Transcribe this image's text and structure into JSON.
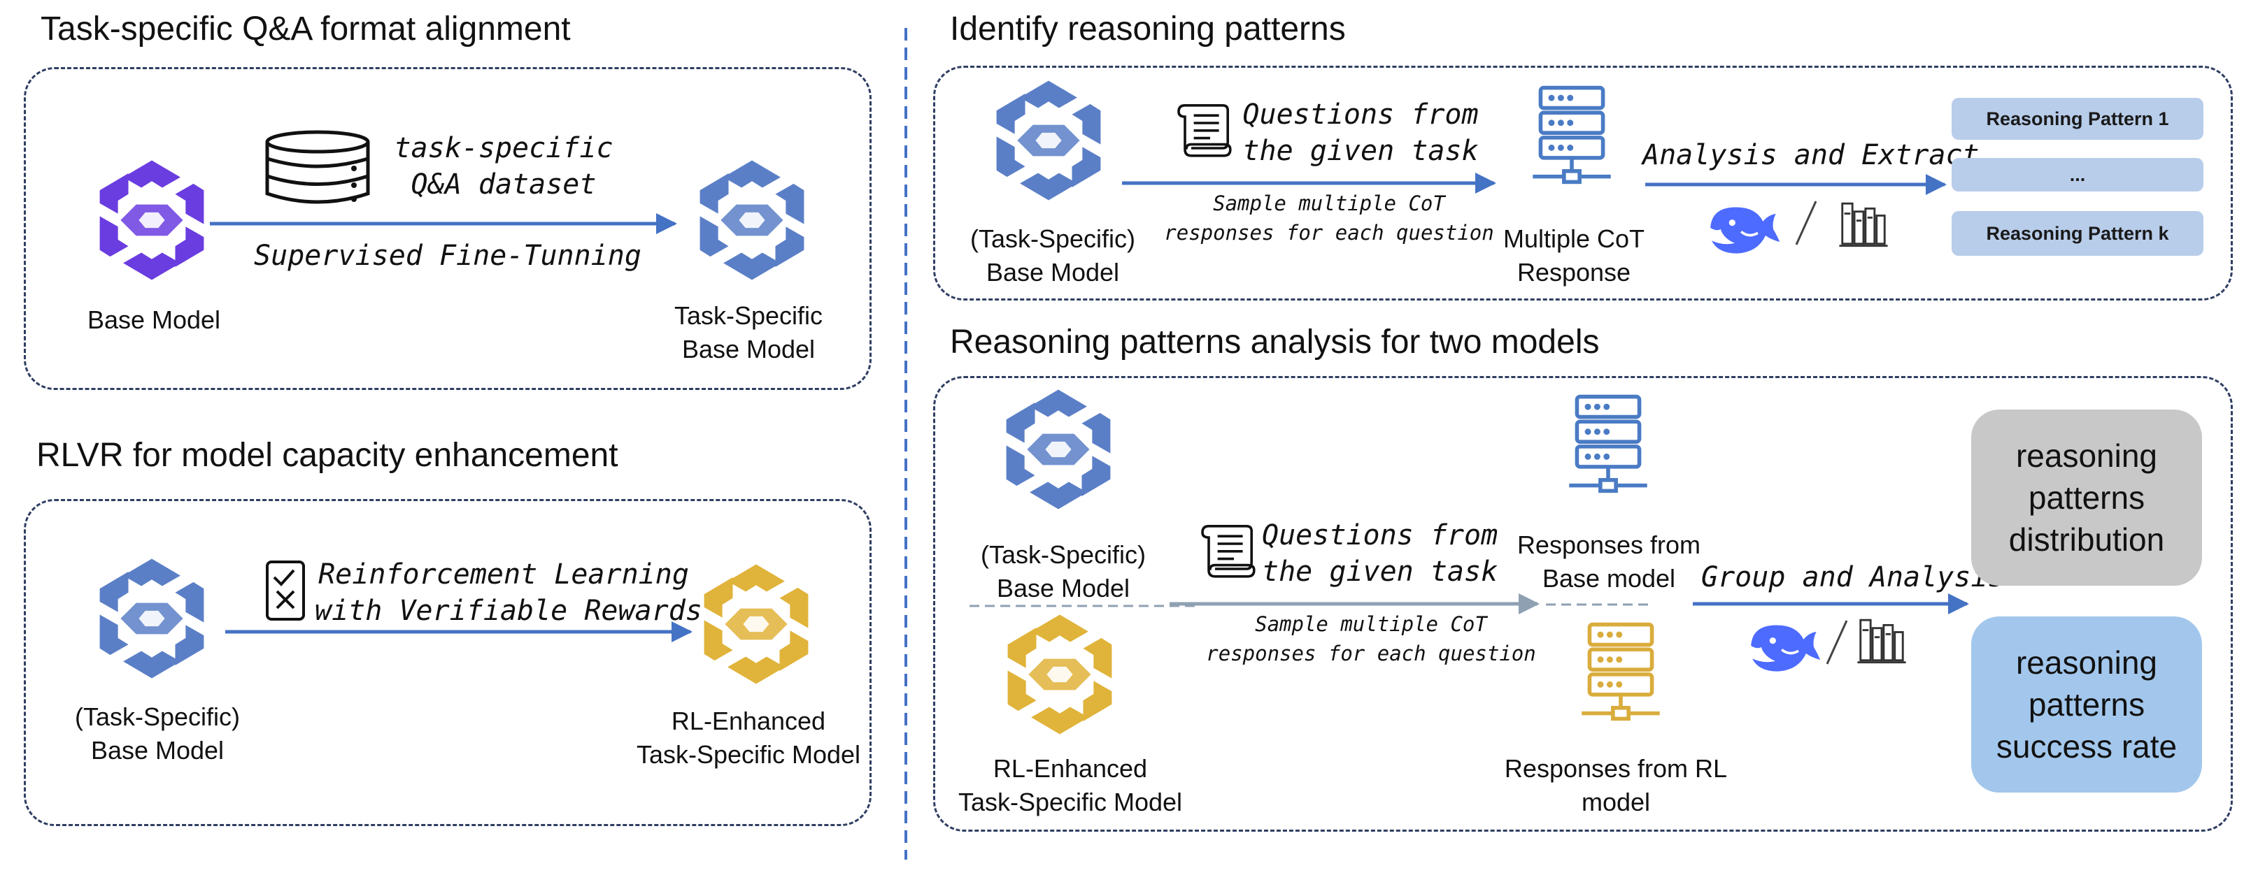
{
  "panels": {
    "sft": {
      "title": "Task-specific Q&A format alignment",
      "dataset_label": "task-specific\nQ&A dataset",
      "arrow_label": "Supervised Fine-Tunning",
      "source_model": "Base Model",
      "target_model": "Task-Specific\nBase Model"
    },
    "rlvr": {
      "title": "RLVR for model capacity enhancement",
      "arrow_label": "Reinforcement Learning\nwith Verifiable Rewards",
      "source_model": "(Task-Specific)\nBase Model",
      "target_model": "RL-Enhanced\nTask-Specific Model"
    },
    "identify": {
      "title": "Identify reasoning patterns",
      "source_model": "(Task-Specific)\nBase Model",
      "questions_label": "Questions from\nthe given task",
      "sample_label": "Sample multiple CoT\nresponses for each question",
      "response_label": "Multiple CoT\nResponse",
      "extract_label": "Analysis and Extract",
      "patterns": [
        "Reasoning Pattern 1",
        "...",
        "Reasoning Pattern k"
      ]
    },
    "analysis": {
      "title": "Reasoning patterns analysis for two models",
      "base_model": "(Task-Specific)\nBase Model",
      "rl_model": "RL-Enhanced\nTask-Specific Model",
      "questions_label": "Questions from\nthe given task",
      "sample_label": "Sample multiple CoT\nresponses for each question",
      "base_responses": "Responses from\nBase model",
      "rl_responses": "Responses from RL\nmodel",
      "group_label": "Group and Analysis",
      "distribution": "reasoning\npatterns\ndistribution",
      "success_rate": "reasoning\npatterns\nsuccess rate"
    }
  },
  "colors": {
    "arrow": "#4472c4",
    "gray_arrow": "#8fa0b3",
    "dash_border": "#2f3e62",
    "base_logo": "#5b7fc7",
    "sft_logo": "#6a3de0",
    "rl_logo": "#e0b33a",
    "server_blue": "#4a7bc4",
    "server_gold": "#d9ac3c",
    "whale": "#4d6bfe",
    "pattern_fill": "#b8cdea",
    "dist_fill": "#c8c8c8",
    "success_fill": "#a3c7ec"
  },
  "icons": [
    "model-logo-icon",
    "database-icon",
    "server-icon",
    "scroll-icon",
    "whale-icon",
    "books-icon",
    "checklist-icon"
  ]
}
